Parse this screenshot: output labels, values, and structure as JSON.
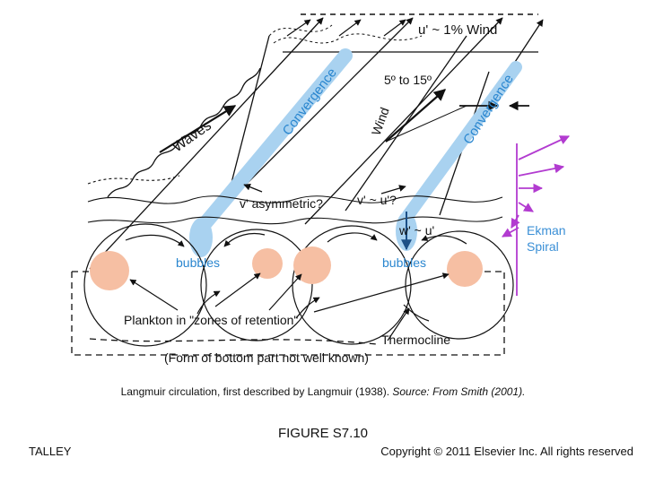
{
  "diagram": {
    "labels": {
      "wind_top": "u' ~ 1% Wind",
      "angle": "5º to 15º",
      "wind": "Wind",
      "waves": "Waves",
      "convergence_left": "Convergence",
      "convergence_right": "Convergence",
      "asymmetric": "v' asymmetric?",
      "v_approx_u": "v' ~ u'?",
      "w_approx_u": "w' ~ u'",
      "bubbles_left": "bubbles",
      "bubbles_right": "bubbles",
      "ekman_1": "Ekman",
      "ekman_2": "Spiral",
      "plankton": "Plankton in \"zones of retention\"",
      "thermocline": "Thermocline",
      "bottom_note": "(Form of bottom part not well known)"
    },
    "colors": {
      "convergence_band": "#a9d2f0",
      "convergence_text": "#2a86cf",
      "plankton_zone": "#f6bfa3",
      "ekman_arrows": "#b23bd0",
      "ekman_text": "#3a8fd6",
      "ink": "#111111"
    }
  },
  "caption": {
    "main": "Langmuir circulation, first described by Langmuir (1938). ",
    "source": "Source: From Smith (2001)."
  },
  "figure_label": "FIGURE S7.10",
  "author": "TALLEY",
  "copyright": "Copyright © 2011 Elsevier Inc. All rights reserved"
}
